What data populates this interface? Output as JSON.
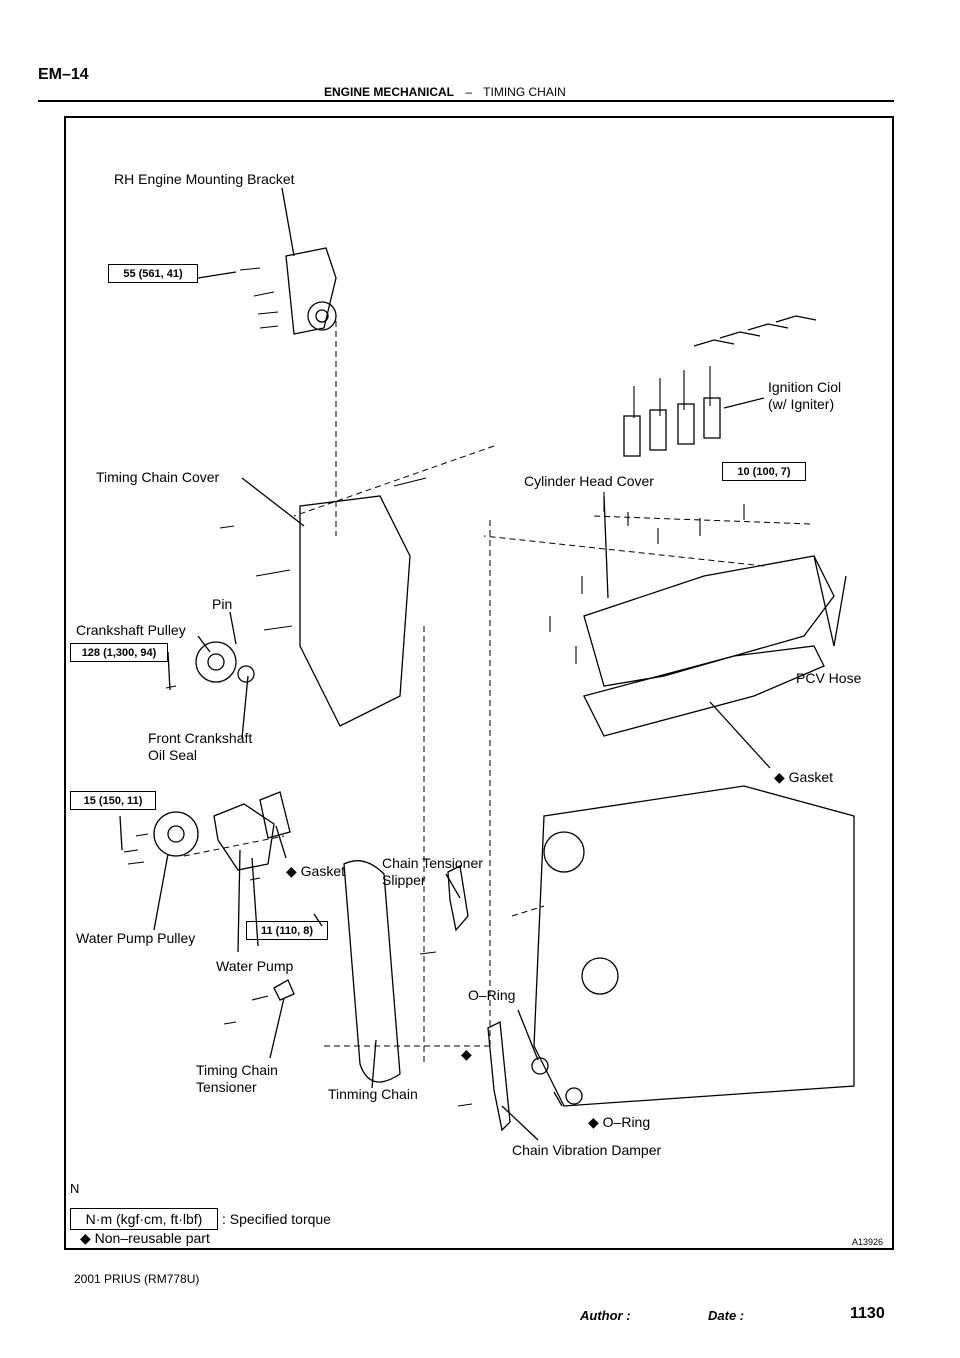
{
  "header": {
    "page_code": "EM–14",
    "section": "ENGINE MECHANICAL",
    "separator": "–",
    "subsection": "TIMING CHAIN"
  },
  "labels": {
    "rh_bracket": "RH Engine Mounting Bracket",
    "ignition_coil": "Ignition Ciol\n(w/ Igniter)",
    "timing_cover": "Timing Chain Cover",
    "cyl_head_cover": "Cylinder Head Cover",
    "pin": "Pin",
    "crank_pulley": "Crankshaft Pulley",
    "pcv_hose": "PCV Hose",
    "front_seal": "Front Crankshaft\nOil Seal",
    "gasket_head": "◆ Gasket",
    "gasket_pump": "◆ Gasket",
    "tensioner_slipper": "Chain Tensioner\nSlipper",
    "water_pump_pulley": "Water Pump Pulley",
    "water_pump": "Water Pump",
    "oring_1": "O–Ring",
    "diamond_only": "◆",
    "chain_tensioner": "Timing Chain\nTensioner",
    "timing_chain": "Tinming Chain",
    "oring_2": "◆ O–Ring",
    "vibration_damper": "Chain Vibration Damper"
  },
  "torques": {
    "t1": "55 (561, 41)",
    "t2": "10 (100, 7)",
    "t3": "128 (1,300, 94)",
    "t4": "15 (150, 11)",
    "t5": "11 (110, 8)"
  },
  "legend": {
    "unit_box": "N·m (kgf·cm, ft·lbf)",
    "unit_text": ": Specified torque",
    "nonreusable": "◆ Non–reusable part",
    "north": "N",
    "figure_id": "A13926"
  },
  "footer": {
    "model": "2001 PRIUS   (RM778U)",
    "author": "Author :",
    "date": "Date :",
    "page_number": "1130"
  }
}
